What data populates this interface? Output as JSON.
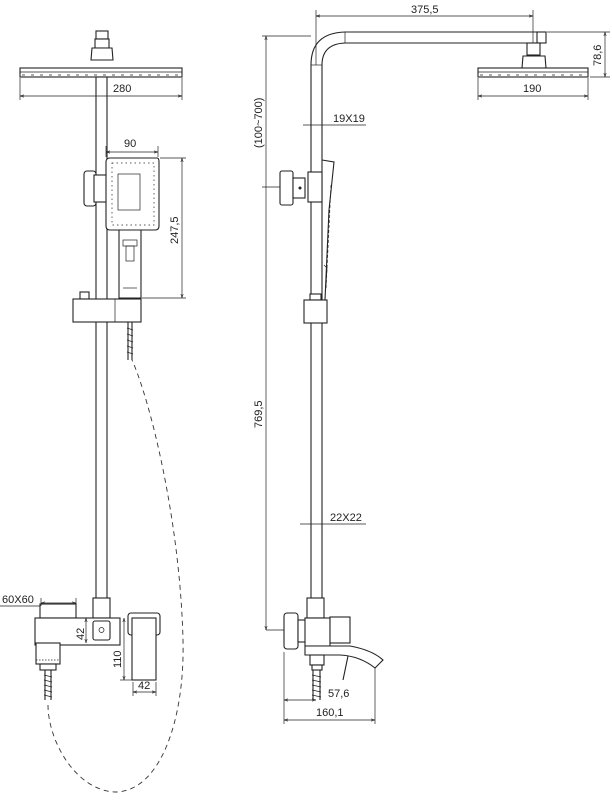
{
  "front_view": {
    "overhead_width": "280",
    "handshower_width": "90",
    "handshower_height": "247,5",
    "wall_plate": "60X60",
    "mixer_body_height": "42",
    "handle_height": "110",
    "handle_width": "42"
  },
  "side_view": {
    "arm_length": "375,5",
    "head_drop": "78,6",
    "head_width": "190",
    "height_adjust": "(100~700)",
    "upper_tube": "19X19",
    "overall_height": "769,5",
    "lower_tube": "22X22",
    "spout_offset": "57,6",
    "mixer_depth": "160,1"
  },
  "colors": {
    "line": "#222222",
    "background": "#ffffff"
  }
}
